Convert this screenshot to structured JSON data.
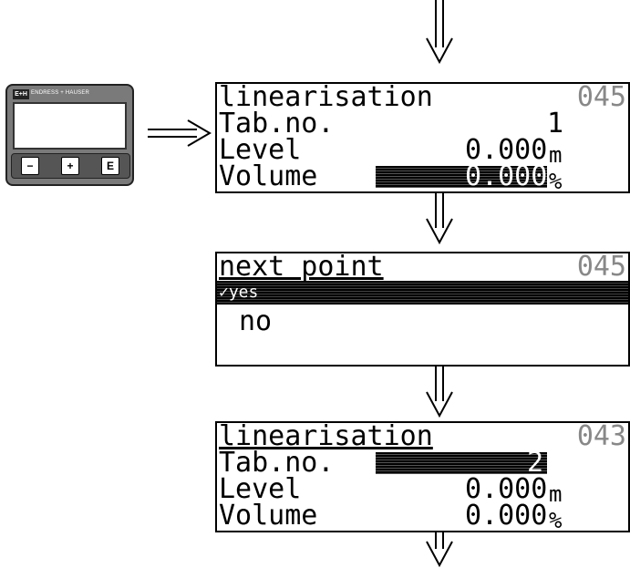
{
  "device": {
    "logo": "E+H",
    "brand": "ENDRESS + HAUSER",
    "keys": [
      "−",
      "+",
      "E"
    ]
  },
  "screen1": {
    "title": "linearisation",
    "code": "045",
    "rows": [
      {
        "label": "Tab.no.",
        "value": "1",
        "unit": ""
      },
      {
        "label": "Level",
        "value": "0.000",
        "unit": "m"
      },
      {
        "label": "Volume",
        "value": "0.000",
        "unit": "%"
      }
    ]
  },
  "screen2": {
    "title": "next point",
    "code": "045",
    "options": [
      "✓yes",
      "no"
    ]
  },
  "screen3": {
    "title": "linearisation",
    "code": "043",
    "rows": [
      {
        "label": "Tab.no.",
        "value": "2",
        "unit": ""
      },
      {
        "label": "Level",
        "value": "0.000",
        "unit": "m"
      },
      {
        "label": "Volume",
        "value": "0.000",
        "unit": "%"
      }
    ]
  }
}
